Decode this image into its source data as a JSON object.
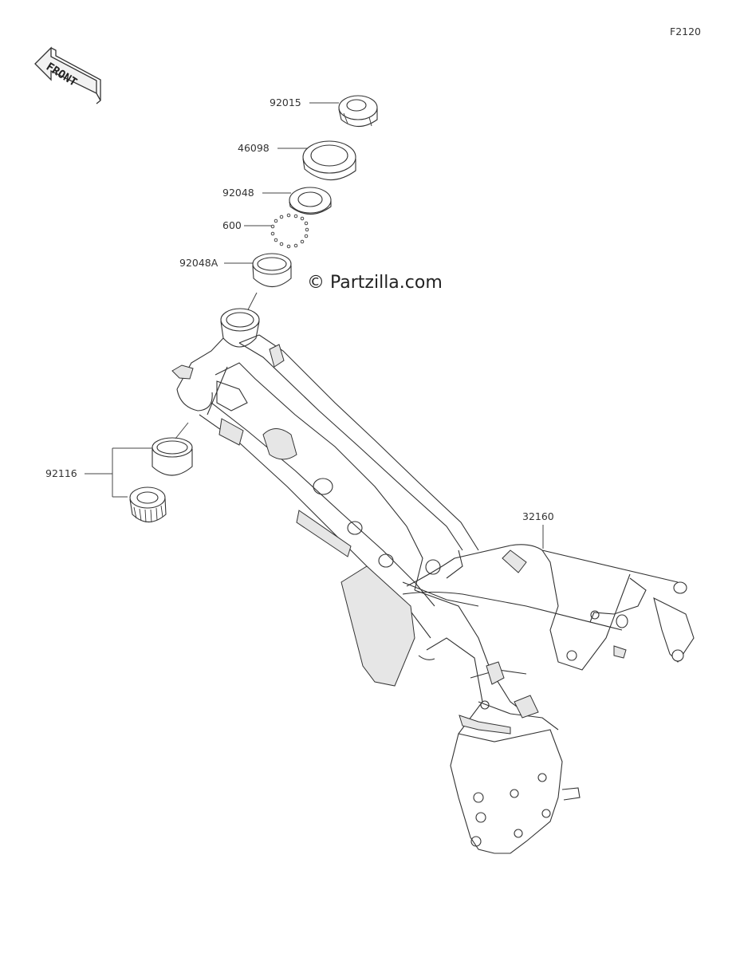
{
  "figure_code": "F2120",
  "front_label": "FRONT",
  "watermark": "© Partzilla.com",
  "parts": [
    {
      "number": "92015"
    },
    {
      "number": "46098"
    },
    {
      "number": "92048"
    },
    {
      "number": "600"
    },
    {
      "number": "92048A"
    },
    {
      "number": "92116"
    },
    {
      "number": "32160"
    }
  ]
}
